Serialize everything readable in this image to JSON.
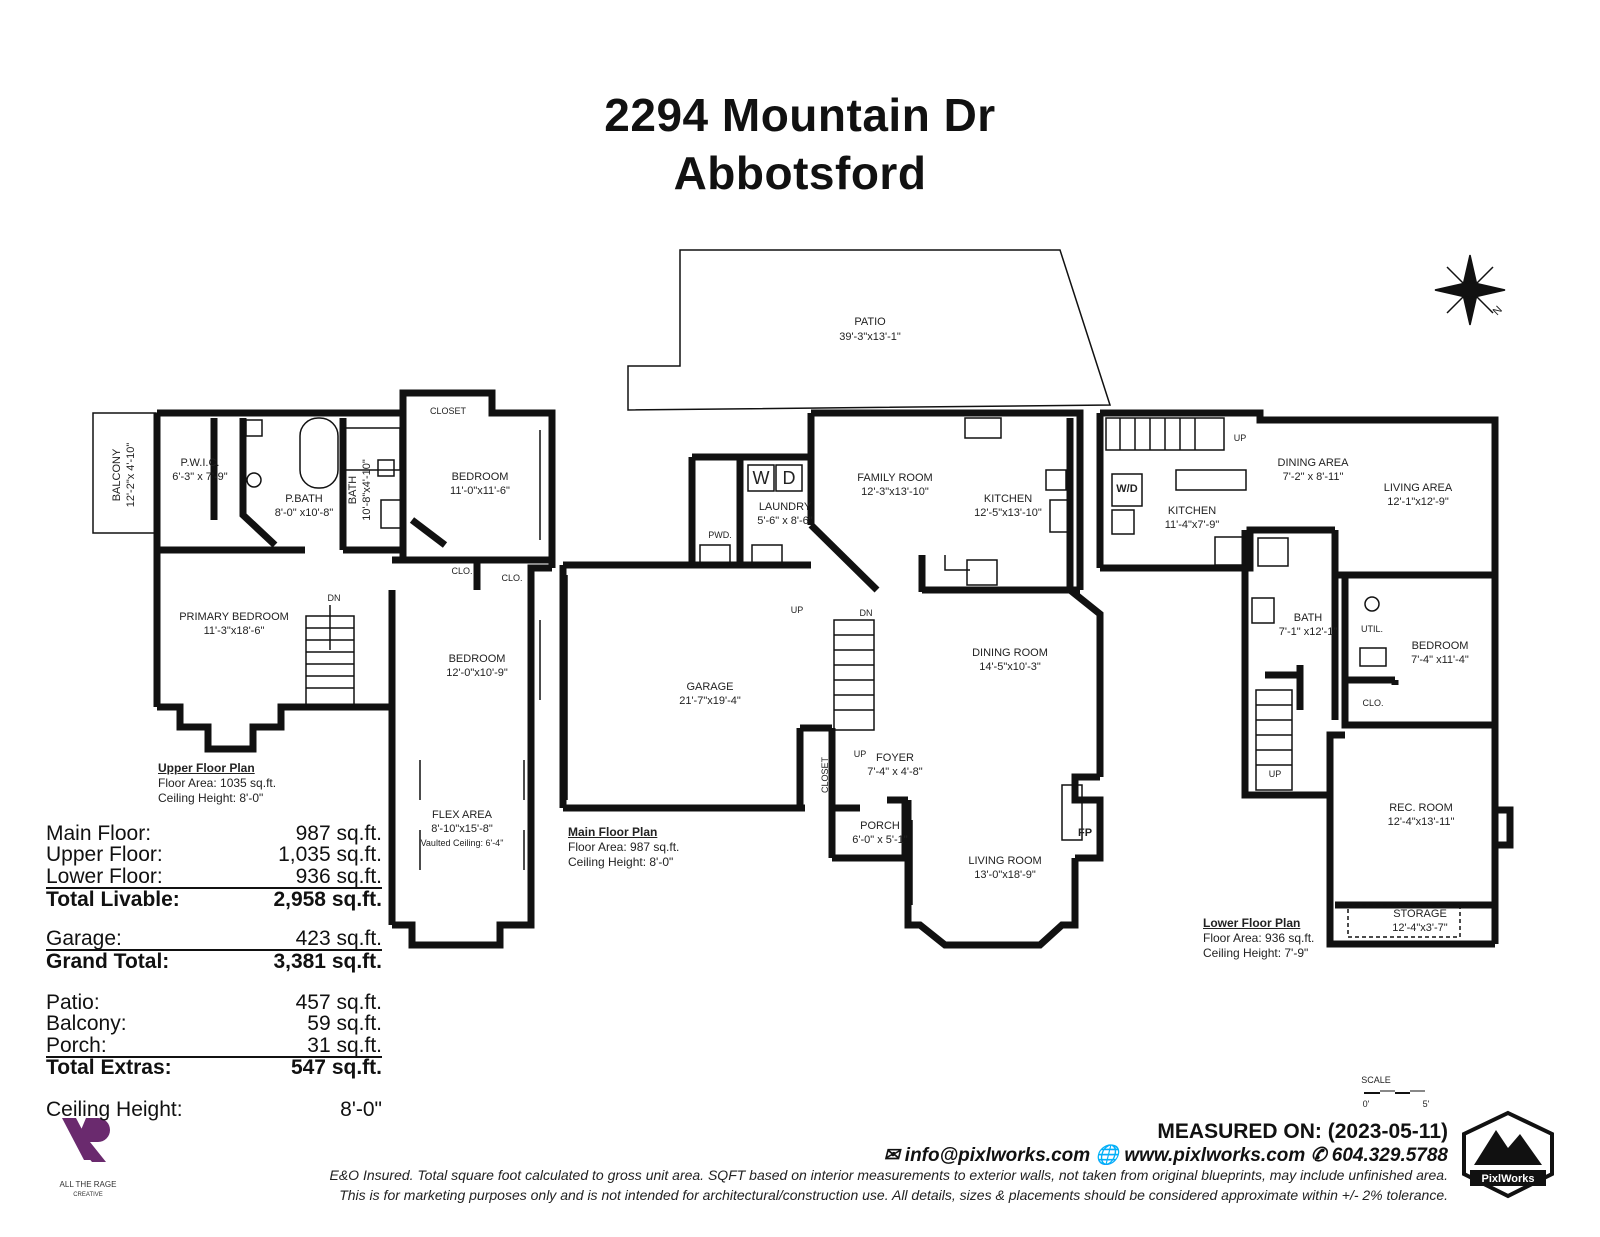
{
  "title": {
    "line1": "2294 Mountain Dr",
    "line2": "Abbotsford"
  },
  "rooms": {
    "patio": {
      "name": "PATIO",
      "dim": "39'-3\"x13'-1\""
    },
    "balcony": {
      "name": "BALCONY",
      "dim": "12'-2\"x 4'-10\""
    },
    "pwic": {
      "name": "P.W.I.C.",
      "dim": "6'-3\" x 7'-9\""
    },
    "pbath": {
      "name": "P.BATH",
      "dim": "8'-0\" x10'-8\""
    },
    "bath_up": {
      "name": "BATH",
      "dim": "10'-8\"x4'-10\""
    },
    "closet_up": {
      "name": "CLOSET"
    },
    "bedroom1": {
      "name": "BEDROOM",
      "dim": "11'-0\"x11'-6\""
    },
    "primary": {
      "name": "PRIMARY BEDROOM",
      "dim": "11'-3\"x18'-6\""
    },
    "bedroom2": {
      "name": "BEDROOM",
      "dim": "12'-0\"x10'-9\""
    },
    "clo_a": {
      "name": "CLO."
    },
    "clo_b": {
      "name": "CLO."
    },
    "flex": {
      "name": "FLEX AREA",
      "dim": "8'-10\"x15'-8\"",
      "note": "Vaulted Ceiling: 6'-4\""
    },
    "dn_up": {
      "name": "DN"
    },
    "pwd": {
      "name": "PWD."
    },
    "laundry": {
      "name": "LAUNDRY",
      "dim": "5'-6\" x 8'-6\""
    },
    "wd_w": {
      "name": "W"
    },
    "wd_d": {
      "name": "D"
    },
    "garage": {
      "name": "GARAGE",
      "dim": "21'-7\"x19'-4\""
    },
    "family": {
      "name": "FAMILY ROOM",
      "dim": "12'-3\"x13'-10\""
    },
    "kitchen_main": {
      "name": "KITCHEN",
      "dim": "12'-5\"x13'-10\""
    },
    "dining_room": {
      "name": "DINING ROOM",
      "dim": "14'-5\"x10'-3\""
    },
    "foyer": {
      "name": "FOYER",
      "dim": "7'-4\" x 4'-8\""
    },
    "closet_main": {
      "name": "CLOSET"
    },
    "porch": {
      "name": "PORCH",
      "dim": "6'-0\" x 5'-1\""
    },
    "living_room": {
      "name": "LIVING ROOM",
      "dim": "13'-0\"x18'-9\""
    },
    "fp": {
      "name": "FP"
    },
    "up1": {
      "name": "UP"
    },
    "up2": {
      "name": "UP"
    },
    "dn_main": {
      "name": "DN"
    },
    "dining_area": {
      "name": "DINING AREA",
      "dim": "7'-2\" x 8'-11\""
    },
    "living_area": {
      "name": "LIVING AREA",
      "dim": "12'-1\"x12'-9\""
    },
    "wd_low": {
      "name": "W/D"
    },
    "kitchen_low": {
      "name": "KITCHEN",
      "dim": "11'-4\"x7'-9\""
    },
    "bath_low": {
      "name": "BATH",
      "dim": "7'-1\" x12'-1\""
    },
    "util": {
      "name": "UTIL."
    },
    "bedroom_low": {
      "name": "BEDROOM",
      "dim": "7'-4\" x11'-4\""
    },
    "clo_low": {
      "name": "CLO."
    },
    "rec": {
      "name": "REC. ROOM",
      "dim": "12'-4\"x13'-11\""
    },
    "storage": {
      "name": "STORAGE",
      "dim": "12'-4\"x3'-7\""
    },
    "up_low1": {
      "name": "UP"
    },
    "up_low2": {
      "name": "UP"
    }
  },
  "plans": {
    "upper": {
      "heading": "Upper Floor Plan",
      "area": "Floor Area: 1035 sq.ft.",
      "ceiling": "Ceiling Height: 8'-0\""
    },
    "main": {
      "heading": "Main Floor Plan",
      "area": "Floor Area: 987 sq.ft.",
      "ceiling": "Ceiling Height: 8'-0\""
    },
    "lower": {
      "heading": "Lower Floor Plan",
      "area": "Floor Area: 936 sq.ft.",
      "ceiling": "Ceiling Height: 7'-9\""
    }
  },
  "areas": {
    "main_floor": {
      "label": "Main Floor:",
      "value": "987 sq.ft."
    },
    "upper_floor": {
      "label": "Upper Floor:",
      "value": "1,035 sq.ft."
    },
    "lower_floor": {
      "label": "Lower Floor:",
      "value": "936 sq.ft."
    },
    "total_livable": {
      "label": "Total Livable:",
      "value": "2,958 sq.ft."
    },
    "garage": {
      "label": "Garage:",
      "value": "423 sq.ft."
    },
    "grand_total": {
      "label": "Grand Total:",
      "value": "3,381 sq.ft."
    },
    "patio": {
      "label": "Patio:",
      "value": "457 sq.ft."
    },
    "balcony": {
      "label": "Balcony:",
      "value": "59 sq.ft."
    },
    "porch": {
      "label": "Porch:",
      "value": "31 sq.ft."
    },
    "total_extras": {
      "label": "Total Extras:",
      "value": "547 sq.ft."
    },
    "ceiling": {
      "label": "Ceiling Height:",
      "value": "8'-0\""
    }
  },
  "compass": {
    "label": "N"
  },
  "scale": {
    "label": "SCALE",
    "min": "0'",
    "max": "5'"
  },
  "footer": {
    "measured": "MEASURED ON: (2023-05-11)",
    "email": "info@pixlworks.com",
    "web": "www.pixlworks.com",
    "phone": "604.329.5788",
    "disclaimer1": "E&O Insured.  Total square foot calculated to gross unit area. SQFT based on interior measurements to exterior walls, not taken from original blueprints, may include unfinished area.",
    "disclaimer2": "This is for marketing purposes only and is not intended for architectural/construction use.  All details, sizes & placements should be considered approximate within +/- 2%  tolerance."
  },
  "logos": {
    "left_line1": "ALL THE RAGE",
    "left_line2": "CREATIVE",
    "right": "PixlWorks"
  },
  "colors": {
    "wall": "#111111",
    "logo_purple": "#6a2a6e"
  }
}
